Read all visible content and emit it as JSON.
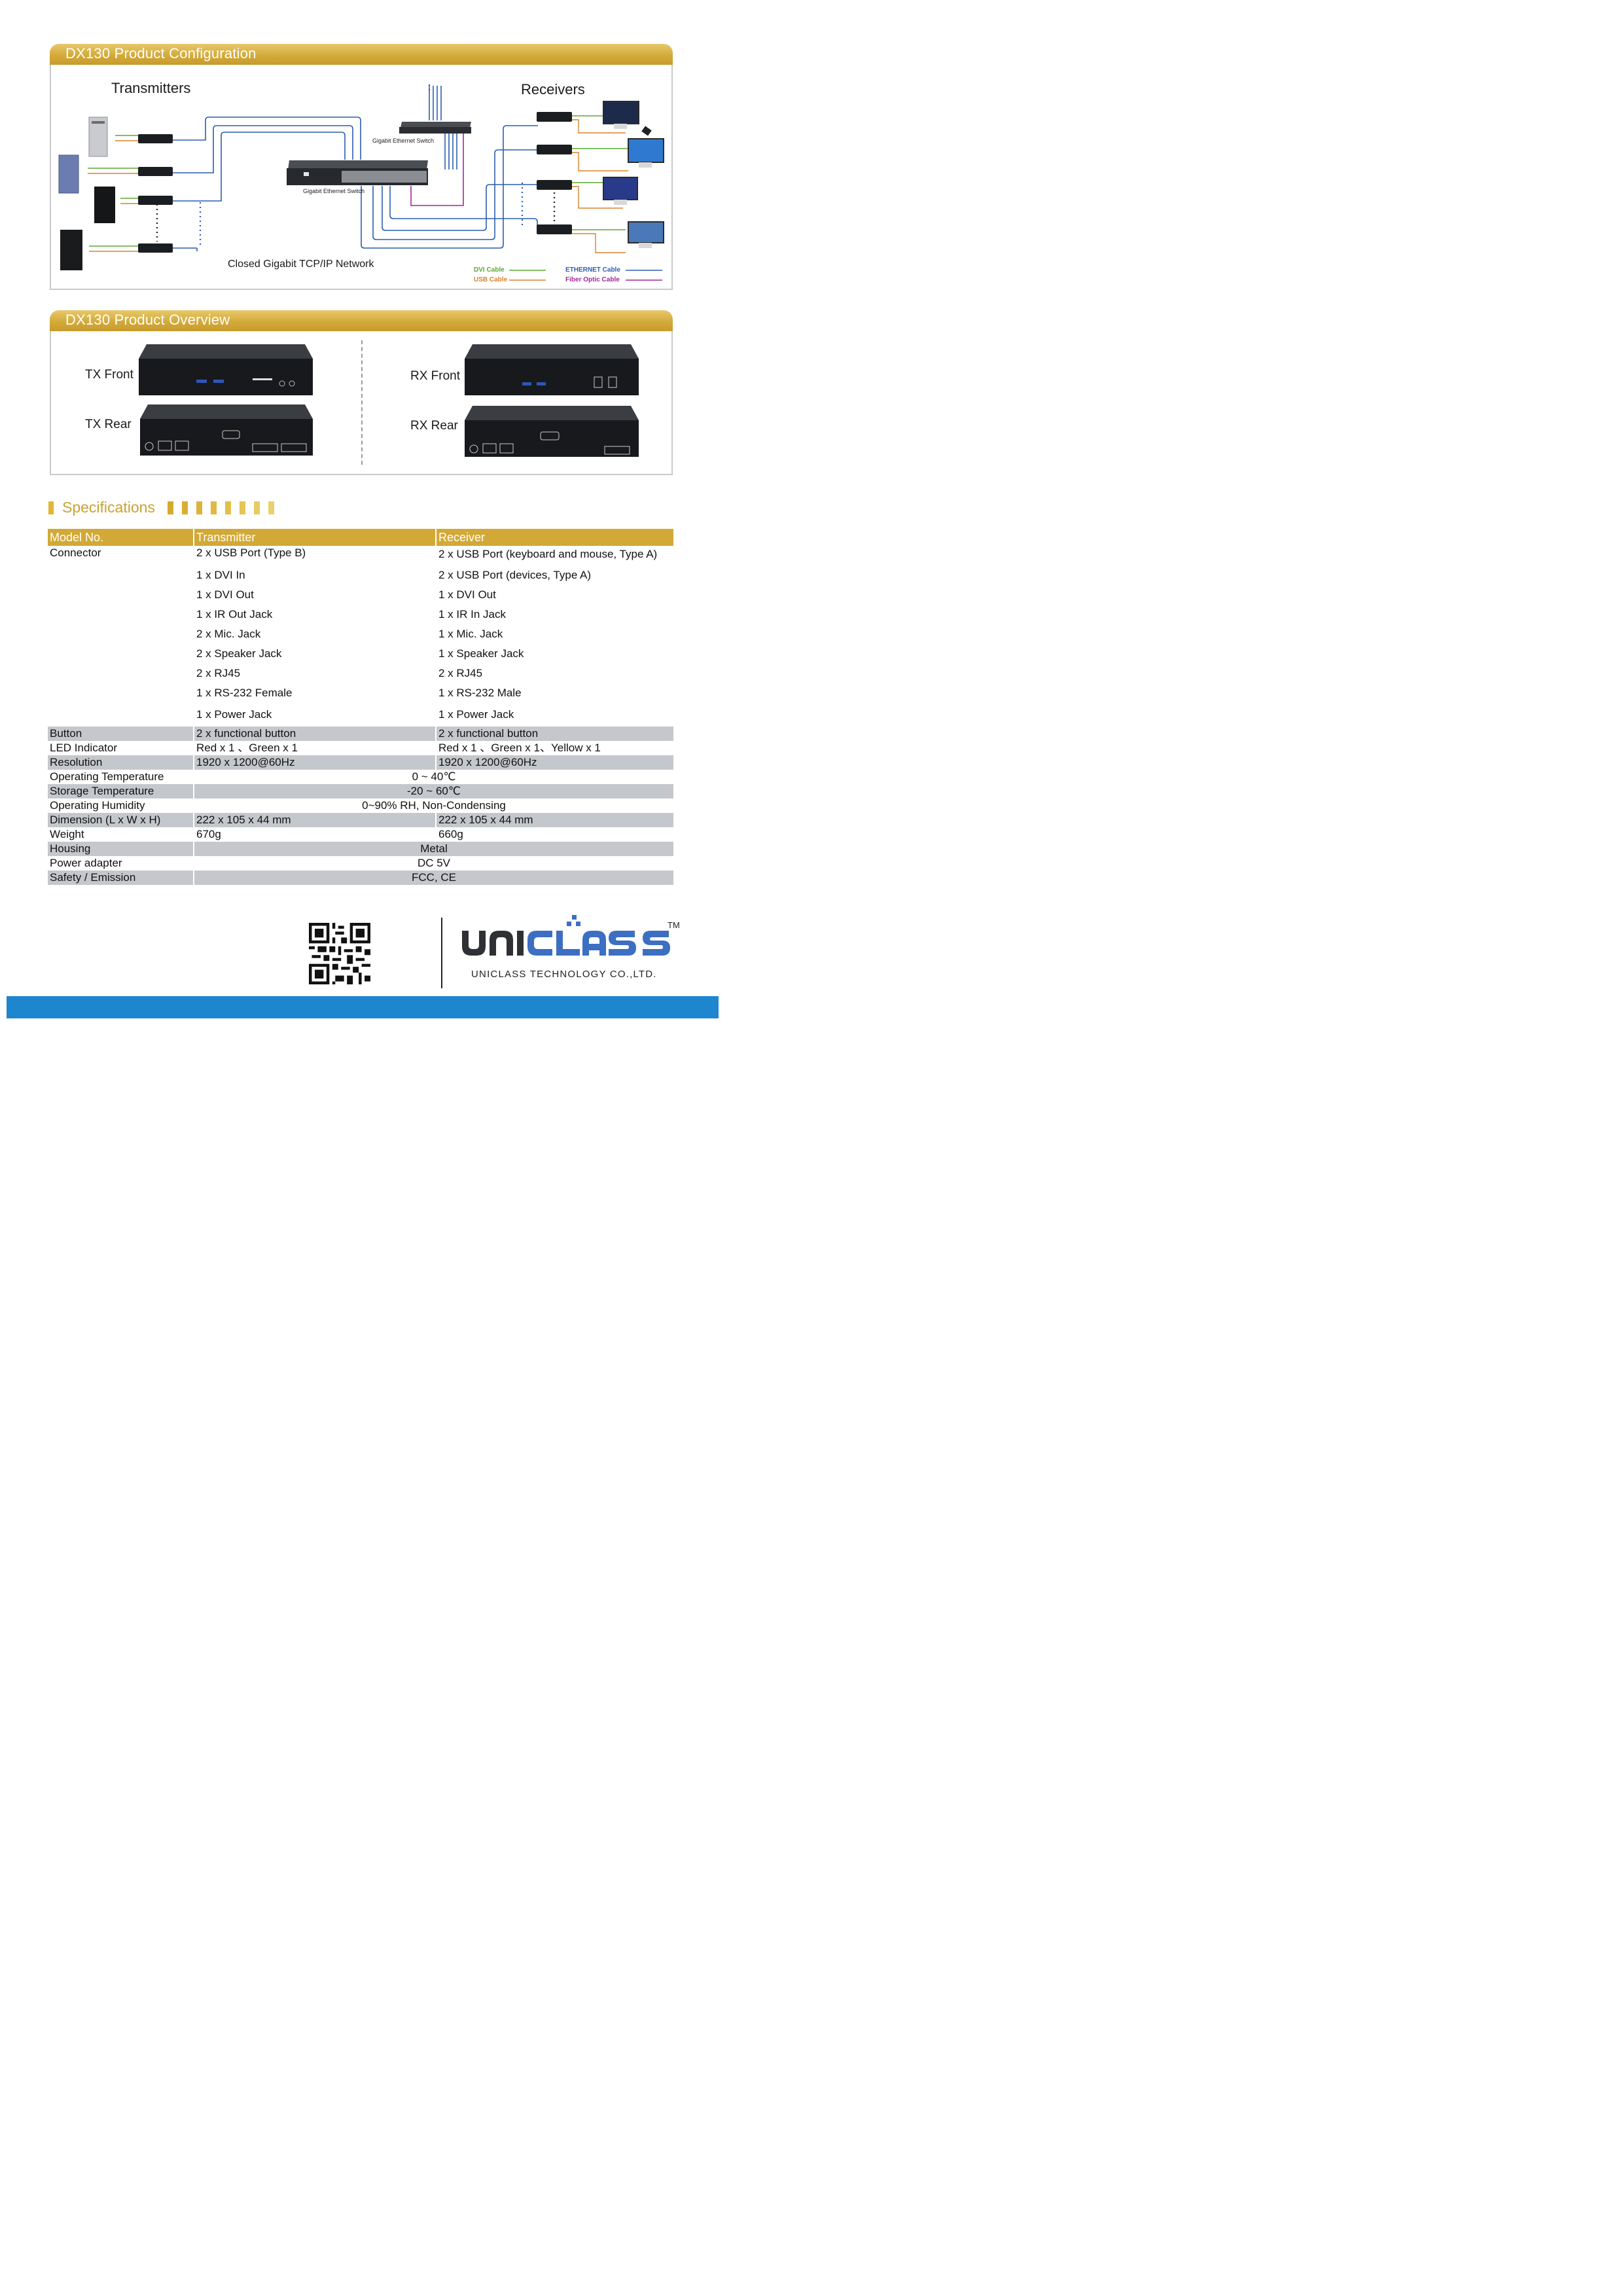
{
  "config": {
    "title": "DX130 Product Configuration",
    "transmitters_label": "Transmitters",
    "receivers_label": "Receivers",
    "switch1_label": "Gigabit Ethernet Switch",
    "switch2_label": "Gigabit Ethernet Switch",
    "network_label": "Closed Gigabit TCP/IP Network",
    "legend": {
      "dvi": "DVI Cable",
      "usb": "USB Cable",
      "ethernet": "ETHERNET Cable",
      "fiber": "Fiber Optic Cable"
    },
    "colors": {
      "dvi": "#5aa934",
      "usb": "#d9822b",
      "ethernet": "#2a5db0",
      "fiber": "#a4259a"
    }
  },
  "overview": {
    "title": "DX130 Product Overview",
    "tx_front": "TX Front",
    "tx_rear": "TX Rear",
    "rx_front": "RX Front",
    "rx_rear": "RX Rear"
  },
  "specs": {
    "title": "Specifications",
    "header": {
      "c1": "Model No.",
      "c2": "Transmitter",
      "c3": "Receiver"
    },
    "connector_label": "Connector",
    "connector_tx": [
      "2 x USB Port (Type B)",
      "1 x DVI In",
      "1 x DVI Out",
      "1 x IR Out Jack",
      "2 x Mic. Jack",
      "2 x Speaker Jack",
      "2 x RJ45",
      "1 x RS-232 Female",
      "1 x Power Jack"
    ],
    "connector_rx": [
      "2 x USB Port (keyboard and mouse, Type A)",
      "2 x USB Port (devices, Type A)",
      "1 x DVI Out",
      "1 x IR In Jack",
      "1 x Mic. Jack",
      "1 x Speaker Jack",
      "2 x RJ45",
      "1 x RS-232 Male",
      "1 x Power Jack"
    ],
    "button": {
      "label": "Button",
      "tx": "2 x functional button",
      "rx": "2 x functional button"
    },
    "led": {
      "label": "LED Indicator",
      "tx": "Red x 1 、Green x 1",
      "rx": "Red x 1 、Green x 1、Yellow x 1"
    },
    "resolution": {
      "label": "Resolution",
      "tx": "1920 x 1200@60Hz",
      "rx": "1920 x 1200@60Hz"
    },
    "op_temp": {
      "label": "Operating Temperature",
      "value": "0 ~ 40℃"
    },
    "storage_temp": {
      "label": "Storage Temperature",
      "value": "-20 ~ 60℃"
    },
    "op_humidity": {
      "label": "Operating Humidity",
      "value": "0~90% RH, Non-Condensing"
    },
    "dimension": {
      "label": "Dimension (L x W x H)",
      "tx": "222 x 105 x 44 mm",
      "rx": "222 x 105 x 44 mm"
    },
    "weight": {
      "label": "Weight",
      "tx": "670g",
      "rx": "660g"
    },
    "housing": {
      "label": "Housing",
      "value": "Metal"
    },
    "power": {
      "label": "Power adapter",
      "value": "DC 5V"
    },
    "safety": {
      "label": "Safety / Emission",
      "value": "FCC, CE"
    }
  },
  "footer": {
    "brand": "UNICLASS",
    "tm": "TM",
    "company": "UNICLASS TECHNOLOGY CO.,LTD.",
    "bottom_bar_color": "#1e86cf"
  }
}
